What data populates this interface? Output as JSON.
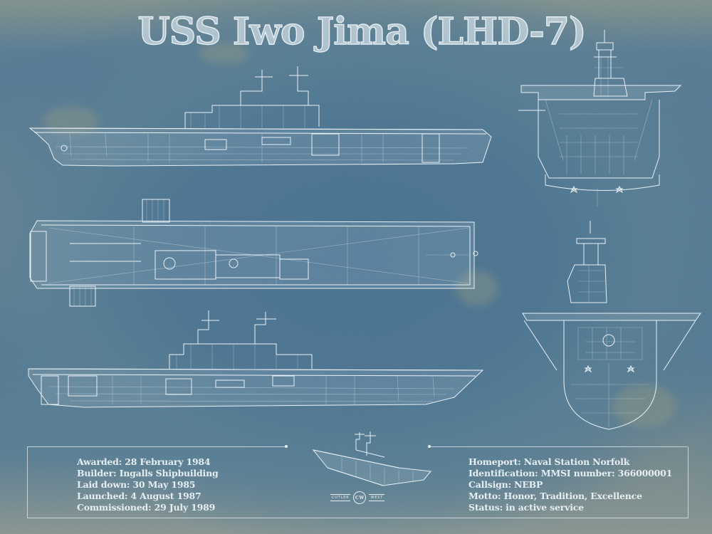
{
  "poster": {
    "title": "USS Iwo Jima (LHD-7)",
    "colors": {
      "background_blue": "#4f7793",
      "background_grey": "#8a9792",
      "line_white": "#e8f0f5"
    },
    "views": [
      {
        "name": "starboard-profile"
      },
      {
        "name": "flight-deck-plan"
      },
      {
        "name": "port-profile"
      },
      {
        "name": "stern-view"
      },
      {
        "name": "bow-view"
      },
      {
        "name": "isometric-view"
      }
    ],
    "details_left": [
      "Awarded: 28 February 1984",
      "Builder: Ingalls Shipbuilding",
      "Laid down: 30 May 1985",
      "Launched: 4 August 1987",
      "Commissioned: 29 July 1989"
    ],
    "details_right": [
      "Homeport: Naval Station Norfolk",
      "Identification: MMSI number: 366000001",
      "Callsign: NEBP",
      "Motto: Honor, Tradition, Excellence",
      "Status: in active service"
    ],
    "logo": {
      "left": "CUTLER",
      "mark": "CW",
      "right": "WEST"
    }
  }
}
